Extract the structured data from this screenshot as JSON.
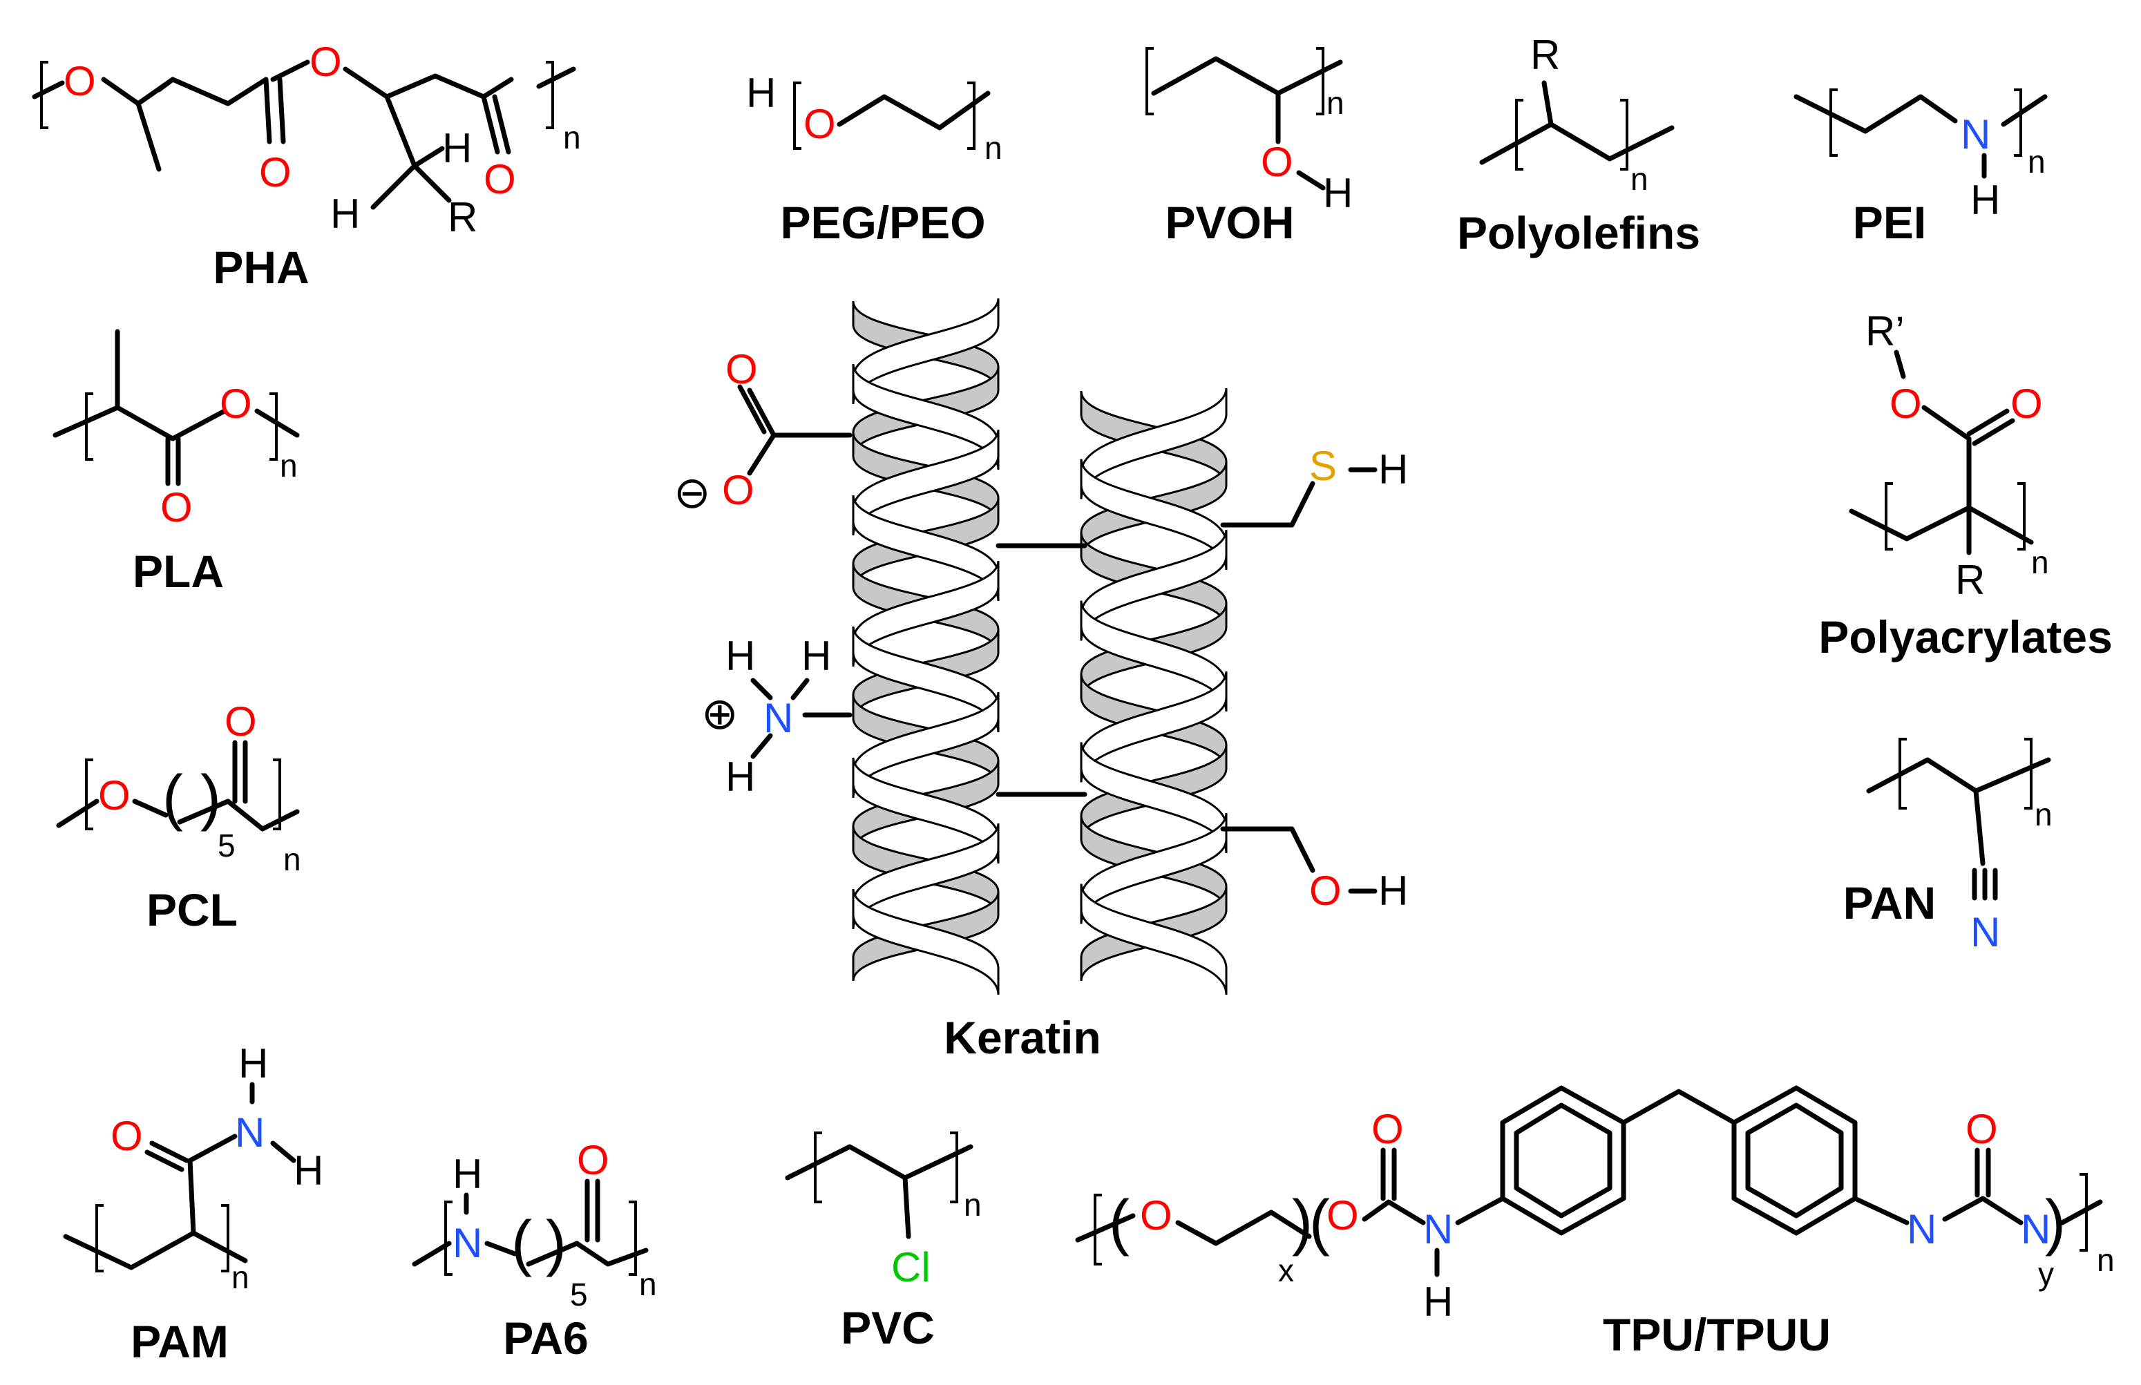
{
  "labels": {
    "pha": "PHA",
    "peg": "PEG/PEO",
    "pvoh": "PVOH",
    "polyolefins": "Polyolefins",
    "pei": "PEI",
    "pla": "PLA",
    "polyacrylates": "Polyacrylates",
    "pcl": "PCL",
    "pan": "PAN",
    "keratin": "Keratin",
    "pam": "PAM",
    "pa6": "PA6",
    "pvc": "PVC",
    "tpu": "TPU/TPUU"
  },
  "atoms": {
    "O": "O",
    "H": "H",
    "N": "N",
    "S": "S",
    "Cl": "Cl",
    "R": "R",
    "R_prime": "R’",
    "n": "n",
    "x": "x",
    "y": "y",
    "five": "5",
    "minus": "⊖",
    "plus": "⊕"
  },
  "colors": {
    "oxygen": "#ff0000",
    "nitrogen": "#1e50ff",
    "sulfur": "#e6a000",
    "chlorine": "#00c800",
    "bond": "#000000",
    "ribbon_back": "#c8c8c8"
  }
}
